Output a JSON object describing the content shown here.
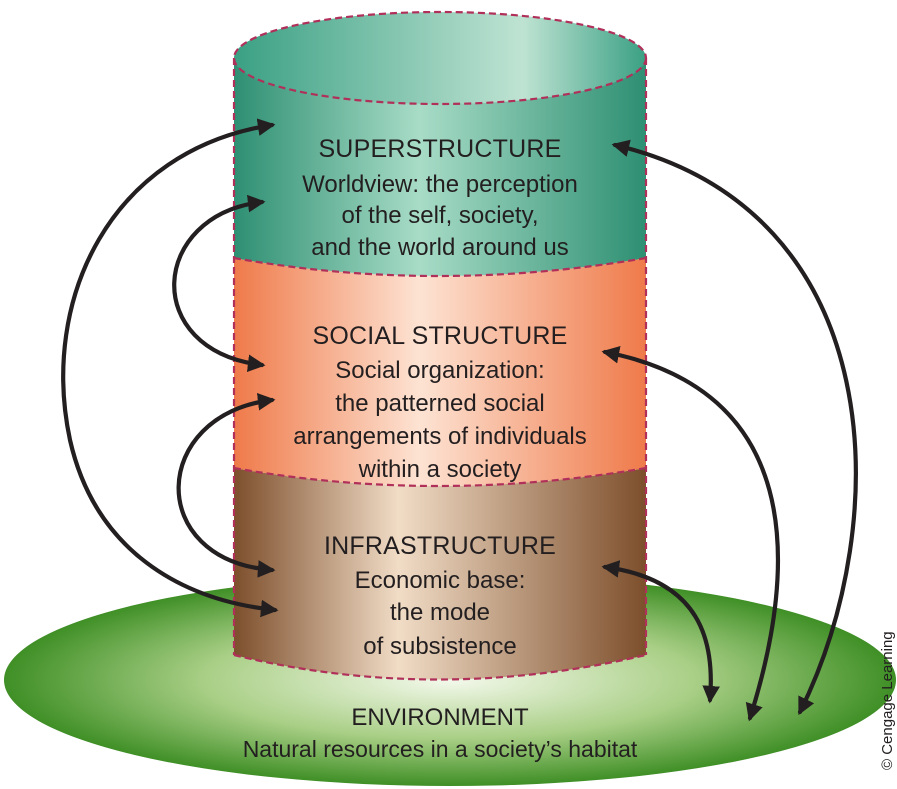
{
  "superstructure": {
    "title": "SUPERSTRUCTURE",
    "lines": [
      "Worldview: the perception",
      "of the self, society,",
      "and the world around us"
    ]
  },
  "social_structure": {
    "title": "SOCIAL STRUCTURE",
    "lines": [
      "Social organization:",
      "the patterned social",
      "arrangements of individuals",
      "within a society"
    ]
  },
  "infrastructure": {
    "title": "INFRASTRUCTURE",
    "lines": [
      "Economic base:",
      "the mode",
      "of subsistence"
    ]
  },
  "environment": {
    "title": "ENVIRONMENT",
    "subtitle": "Natural resources in a society’s habitat"
  },
  "credit": "© Cengage Learning",
  "colors": {
    "superstructure": "#3a9e83",
    "social_structure": "#f0885a",
    "infrastructure": "#8a5a34",
    "environment": "#4e9a2e",
    "dashed_border": "#b0305a",
    "arrow": "#231f20"
  }
}
